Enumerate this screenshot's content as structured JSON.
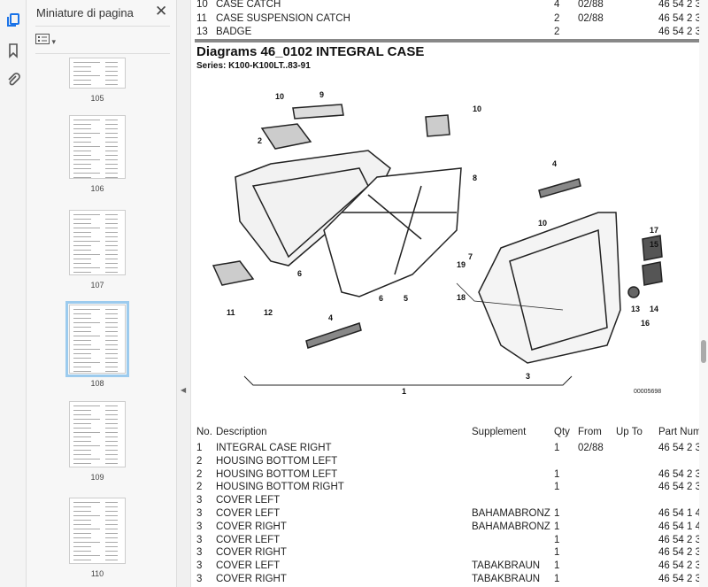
{
  "sidebar": {
    "title": "Miniature di pagina",
    "close_icon": "close-icon",
    "rail_icons": [
      "page-thumbnails-icon",
      "bookmark-icon",
      "attachment-icon"
    ],
    "accent": "#1a73e8",
    "thumbnails": [
      {
        "label": "105"
      },
      {
        "label": "106"
      },
      {
        "label": "107"
      },
      {
        "label": "108",
        "selected": true
      },
      {
        "label": "109"
      },
      {
        "label": "110"
      }
    ]
  },
  "top_rows": [
    {
      "no": "10",
      "desc": "CASE CATCH",
      "supp": "",
      "qty": "4",
      "from": "02/88",
      "upto": "",
      "part": "46 54 2 3"
    },
    {
      "no": "11",
      "desc": "CASE SUSPENSION CATCH",
      "supp": "",
      "qty": "2",
      "from": "02/88",
      "upto": "",
      "part": "46 54 2 3"
    },
    {
      "no": "13",
      "desc": "BADGE",
      "supp": "",
      "qty": "2",
      "from": "",
      "upto": "",
      "part": "46 54 2 3"
    }
  ],
  "diagram": {
    "title": "Diagrams 46_0102 INTEGRAL CASE",
    "series": "Series: K100-K100LT..83-91",
    "code": "00005698",
    "callouts": [
      "10",
      "9",
      "2",
      "10",
      "4",
      "8",
      "6",
      "11",
      "12",
      "4",
      "6",
      "5",
      "19",
      "7",
      "18",
      "10",
      "17",
      "15",
      "13",
      "14",
      "16",
      "3",
      "1"
    ]
  },
  "table": {
    "headers": {
      "no": "No.",
      "desc": "Description",
      "supp": "Supplement",
      "qty": "Qty",
      "from": "From",
      "upto": "Up To",
      "part": "Part Num"
    },
    "rows": [
      {
        "no": "1",
        "desc": "INTEGRAL CASE RIGHT",
        "supp": "",
        "qty": "1",
        "from": "02/88",
        "upto": "",
        "part": "46 54 2 3"
      },
      {
        "no": "2",
        "desc": "HOUSING BOTTOM LEFT",
        "supp": "",
        "qty": "",
        "from": "",
        "upto": "",
        "part": ""
      },
      {
        "no": "2",
        "desc": "HOUSING BOTTOM LEFT",
        "supp": "",
        "qty": "1",
        "from": "",
        "upto": "",
        "part": "46 54 2 3"
      },
      {
        "no": "2",
        "desc": "HOUSING BOTTOM RIGHT",
        "supp": "",
        "qty": "1",
        "from": "",
        "upto": "",
        "part": "46 54 2 3"
      },
      {
        "no": "3",
        "desc": "COVER LEFT",
        "supp": "",
        "qty": "",
        "from": "",
        "upto": "",
        "part": ""
      },
      {
        "no": "3",
        "desc": "COVER LEFT",
        "supp": "BAHAMABRONZ",
        "qty": "1",
        "from": "",
        "upto": "",
        "part": "46 54 1 4"
      },
      {
        "no": "3",
        "desc": "COVER RIGHT",
        "supp": "BAHAMABRONZ",
        "qty": "1",
        "from": "",
        "upto": "",
        "part": "46 54 1 4"
      },
      {
        "no": "3",
        "desc": "COVER LEFT",
        "supp": "",
        "qty": "1",
        "from": "",
        "upto": "",
        "part": "46 54 2 3"
      },
      {
        "no": "3",
        "desc": "COVER RIGHT",
        "supp": "",
        "qty": "1",
        "from": "",
        "upto": "",
        "part": "46 54 2 3"
      },
      {
        "no": "3",
        "desc": "COVER LEFT",
        "supp": "TABAKBRAUN",
        "qty": "1",
        "from": "",
        "upto": "",
        "part": "46 54 2 3"
      },
      {
        "no": "3",
        "desc": "COVER RIGHT",
        "supp": "TABAKBRAUN",
        "qty": "1",
        "from": "",
        "upto": "",
        "part": "46 54 2 3"
      }
    ]
  }
}
